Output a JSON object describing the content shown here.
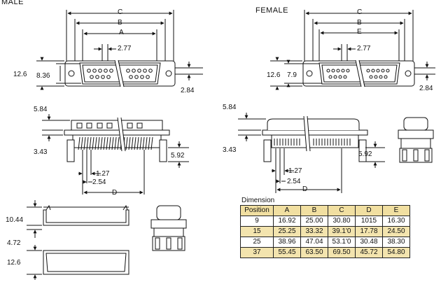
{
  "titles": {
    "male": "MALE",
    "female": "FEMALE"
  },
  "male_top_labels": {
    "c": "C",
    "b": "B",
    "a": "A",
    "pitch": "2.77",
    "h": "12.6",
    "h2": "8.36",
    "t": "2.84"
  },
  "female_top_labels": {
    "c": "C",
    "b": "B",
    "e": "E",
    "pitch": "2.77",
    "h": "12.6",
    "h2": "7.9",
    "t": "2.84"
  },
  "male_side_labels": {
    "top": "5.84",
    "mid": "3.43",
    "right": "5.92",
    "p1": "1.27",
    "p2": "2.54",
    "d": "D"
  },
  "female_side_labels": {
    "top": "5.84",
    "mid": "3.43",
    "right": "5.92",
    "p1": "1.27",
    "p2": "2.54",
    "d": "D"
  },
  "bottom_left_labels": {
    "a": "10.44",
    "b": "4.72",
    "c": "12.6"
  },
  "table": {
    "caption": "Dimension",
    "headers": [
      "Position",
      "A",
      "B",
      "C",
      "D",
      "E"
    ],
    "rows": [
      [
        "9",
        "16.92",
        "25.00",
        "30.80",
        "1015",
        "16.30"
      ],
      [
        "15",
        "25.25",
        "33.32",
        "39.1'0",
        "17.78",
        "24.50"
      ],
      [
        "25",
        "38.96",
        "47.04",
        "53.1'0",
        "30.48",
        "38.30"
      ],
      [
        "37",
        "55.45",
        "63.50",
        "69.50",
        "45.72",
        "54.80"
      ]
    ]
  }
}
